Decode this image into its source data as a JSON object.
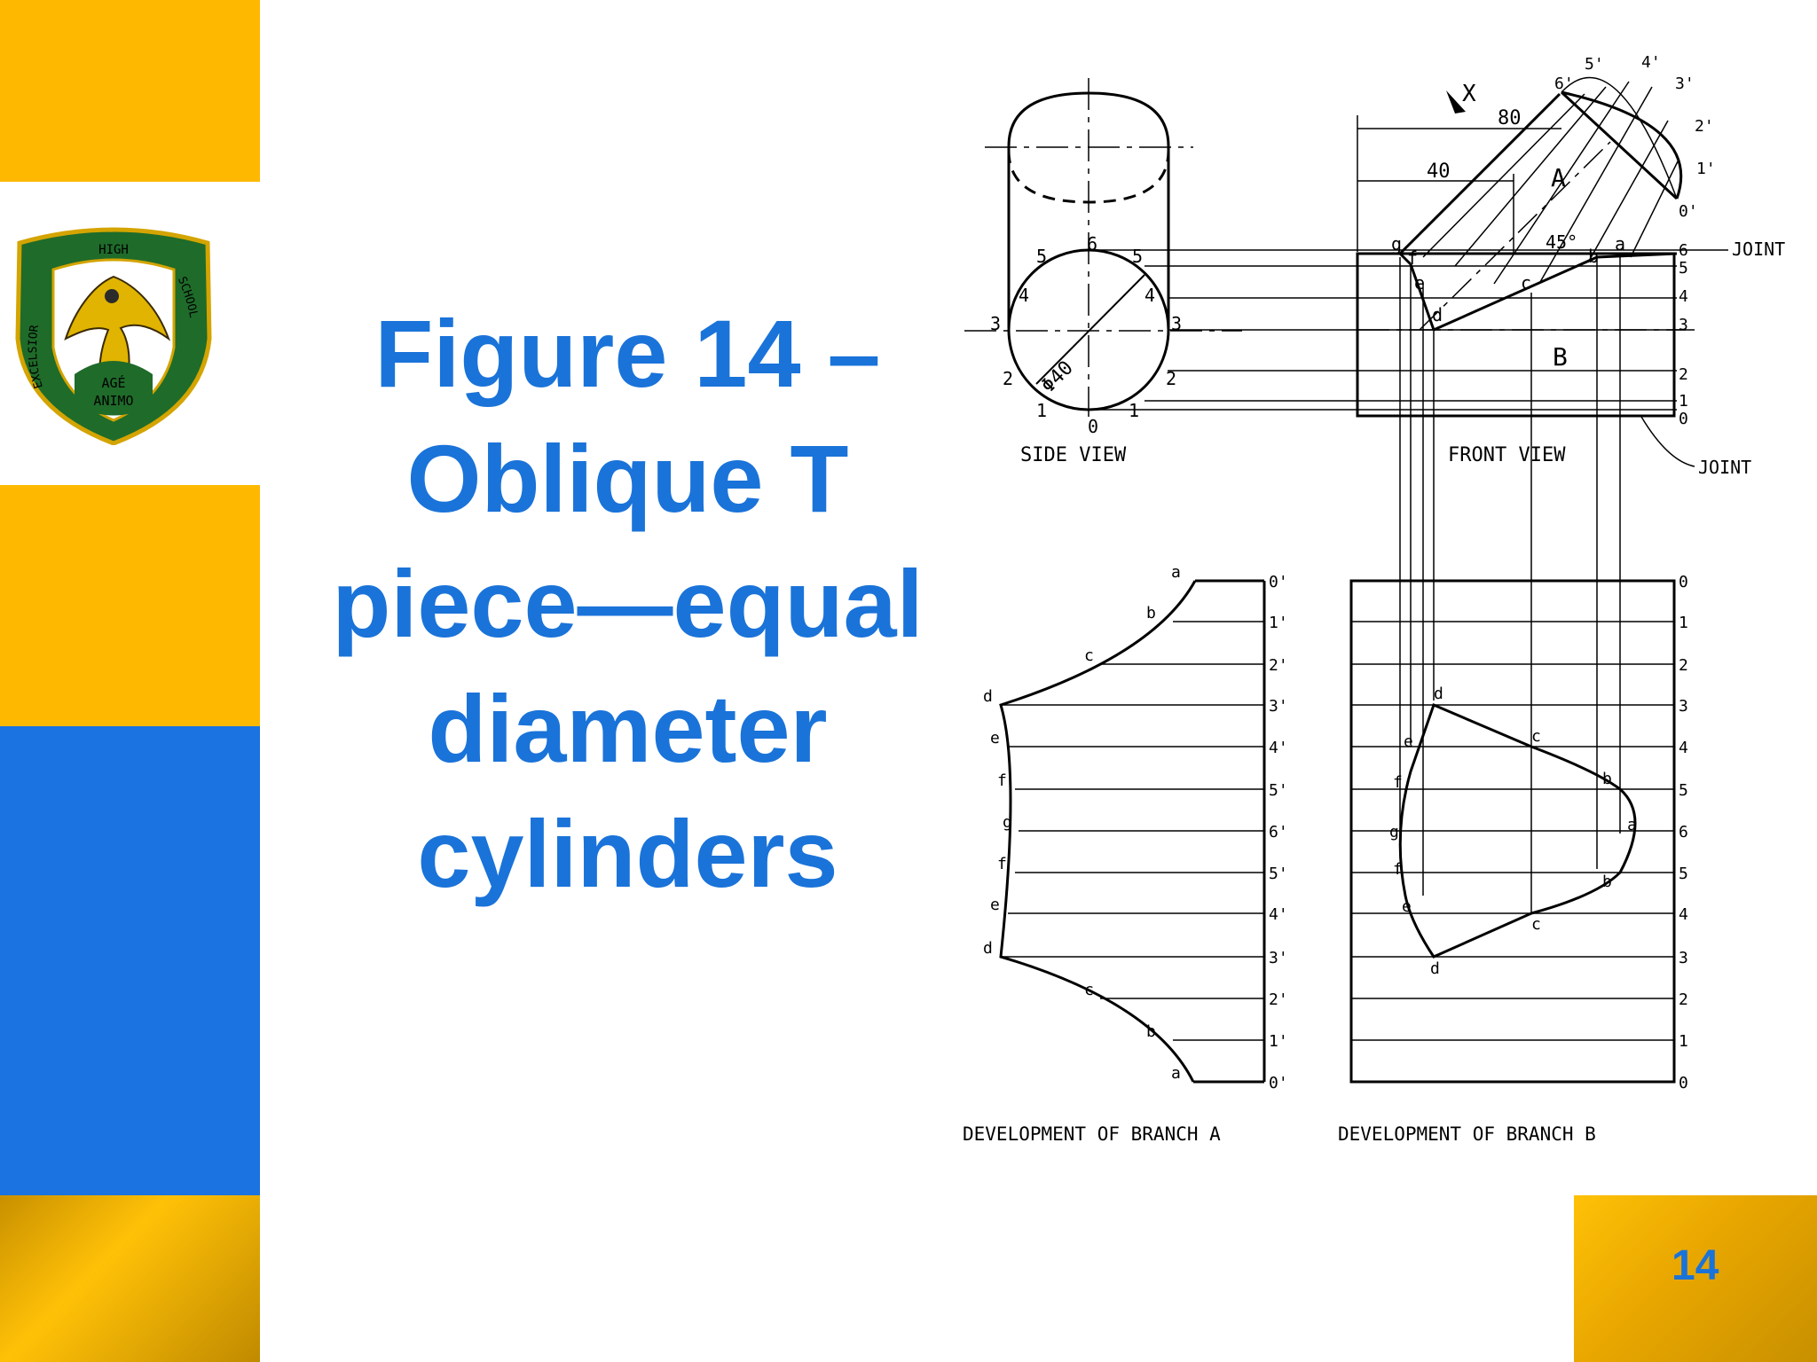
{
  "slide": {
    "title_lines": [
      "Figure 14 –",
      "Oblique T",
      "piece—equal",
      "diameter",
      "cylinders"
    ],
    "page_number": "14"
  },
  "logo": {
    "top_text": "HIGH",
    "left_text": "EXCELSIOR",
    "right_text": "SCHOOL",
    "motto_line1": "AGÉ",
    "motto_line2": "ANIMO"
  },
  "colors": {
    "accent_blue": "#1a73d9",
    "accent_yellow": "#ffb800",
    "logo_green": "#1f6b2a"
  },
  "drawing": {
    "side_view_label": "SIDE VIEW",
    "front_view_label": "FRONT VIEW",
    "dev_a_label": "DEVELOPMENT OF BRANCH A",
    "dev_b_label": "DEVELOPMENT OF BRANCH B",
    "joint_label": "JOINT",
    "dim_80": "80",
    "dim_40": "40",
    "angle_45": "45°",
    "diameter_label": "Φ40",
    "branch_a": "A",
    "branch_b": "B",
    "view_x": "X",
    "dev_a_right_labels": [
      "0'",
      "1'",
      "2'",
      "3'",
      "4'",
      "5'",
      "6'",
      "5'",
      "4'",
      "3'",
      "2'",
      "1'",
      "0'"
    ],
    "dev_a_curve_labels": [
      "a",
      "b",
      "c",
      "d",
      "e",
      "f",
      "g",
      "f",
      "e",
      "d",
      "c",
      "b",
      "a"
    ],
    "dev_b_right_labels": [
      "0",
      "1",
      "2",
      "3",
      "4",
      "5",
      "6",
      "5",
      "4",
      "3",
      "2",
      "1",
      "0"
    ],
    "front_right_labels": [
      "6",
      "5",
      "4",
      "3",
      "2",
      "1",
      "0"
    ],
    "branch_end_labels": [
      "6'",
      "5'",
      "4'",
      "3'",
      "2'",
      "1'",
      "0'"
    ],
    "side_labels": [
      "6",
      "5",
      "5",
      "4",
      "4",
      "3",
      "3",
      "2",
      "2",
      "1",
      "1",
      "0"
    ],
    "front_letters": [
      "g",
      "f",
      "e",
      "d",
      "c",
      "b",
      "a"
    ],
    "dev_b_letters": [
      "d",
      "c",
      "b",
      "a",
      "b",
      "c",
      "d",
      "e",
      "f",
      "g",
      "f",
      "e"
    ]
  }
}
